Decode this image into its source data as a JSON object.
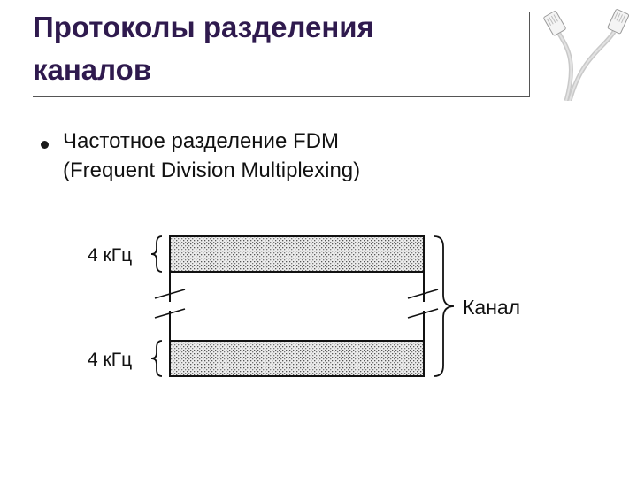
{
  "slide": {
    "title_line1": "Протоколы разделения",
    "title_line2": "каналов",
    "bullets": [
      {
        "line1": "Частотное разделение FDM",
        "line2": "(Frequent Division Multiplexing)"
      }
    ]
  },
  "diagram": {
    "band_top_label": "4 кГц",
    "band_bottom_label": "4 кГц",
    "channel_label": "Канал"
  },
  "colors": {
    "title": "#2f1a4e",
    "text": "#111111",
    "band_fill": "#d6d6d6"
  },
  "icons": {
    "decor": "network-cable-icon",
    "bullet": "bullet-dot-icon"
  }
}
